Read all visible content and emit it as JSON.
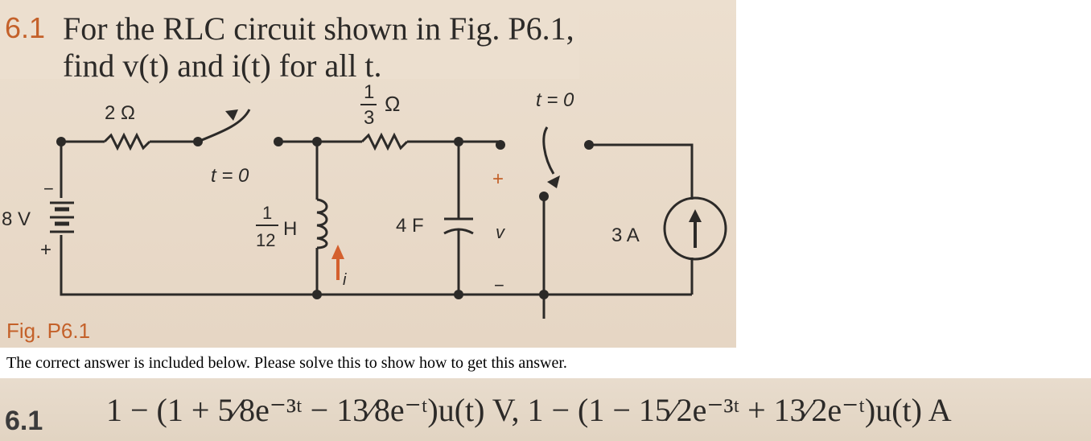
{
  "problem": {
    "number": "6.1",
    "line1": "For the RLC circuit shown in Fig. P6.1,",
    "line2": "find v(t) and i(t) for all t."
  },
  "figure": {
    "caption": "Fig. P6.1",
    "labels": {
      "r1": "2 Ω",
      "r2_num": "1",
      "r2_den": "3",
      "r2_unit": "Ω",
      "switch1": "t = 0",
      "switch2": "t = 0",
      "source_v": "8 V",
      "minus": "−",
      "plus": "+",
      "inductor_num": "1",
      "inductor_den": "12",
      "inductor_unit": "H",
      "current": "i",
      "capacitor": "4 F",
      "v_plus": "+",
      "v_label": "v",
      "v_minus": "−",
      "source_i": "3 A"
    }
  },
  "note": "The correct answer is included below. Please solve this to show how to get this answer.",
  "answer": {
    "number": "6.1",
    "text": "1 − (1 + 5⁄8e⁻³ᵗ − 13⁄8e⁻ᵗ)u(t) V, 1 − (1 − 15⁄2e⁻³ᵗ + 13⁄2e⁻ᵗ)u(t) A"
  },
  "colors": {
    "accent": "#c4612a",
    "paper": "#ecdfcf",
    "ink": "#2c2a28",
    "current_arrow": "#d4602e"
  }
}
